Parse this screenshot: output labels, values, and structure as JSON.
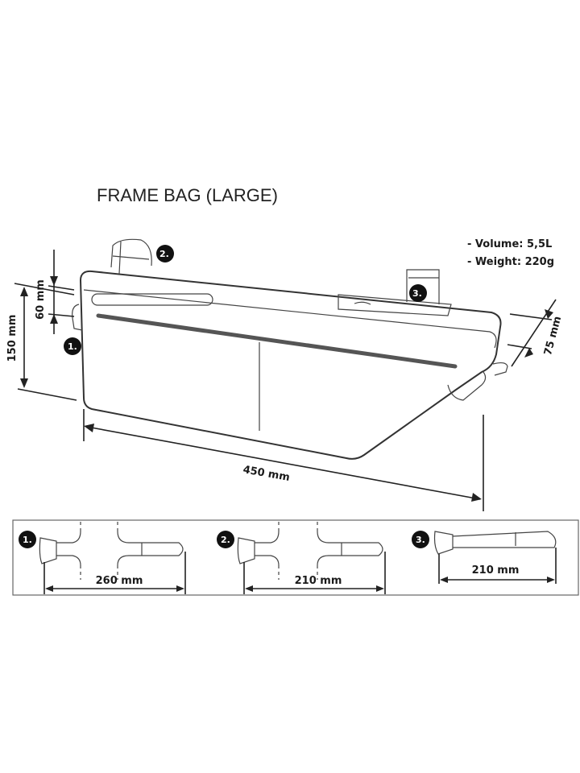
{
  "title": "FRAME BAG (LARGE)",
  "specs": [
    "- Volume: 5,5L",
    "- Weight: 220g"
  ],
  "dimensions": {
    "height_total": "150 mm",
    "height_upper": "60 mm",
    "depth": "75 mm",
    "length": "450 mm"
  },
  "callouts": [
    "1.",
    "2.",
    "3."
  ],
  "straps": [
    {
      "label": "1.",
      "length": "260 mm"
    },
    {
      "label": "2.",
      "length": "210 mm"
    },
    {
      "label": "3.",
      "length": "210 mm"
    }
  ],
  "colors": {
    "line": "#222222",
    "badge": "#111111",
    "zipper": "#555555"
  }
}
